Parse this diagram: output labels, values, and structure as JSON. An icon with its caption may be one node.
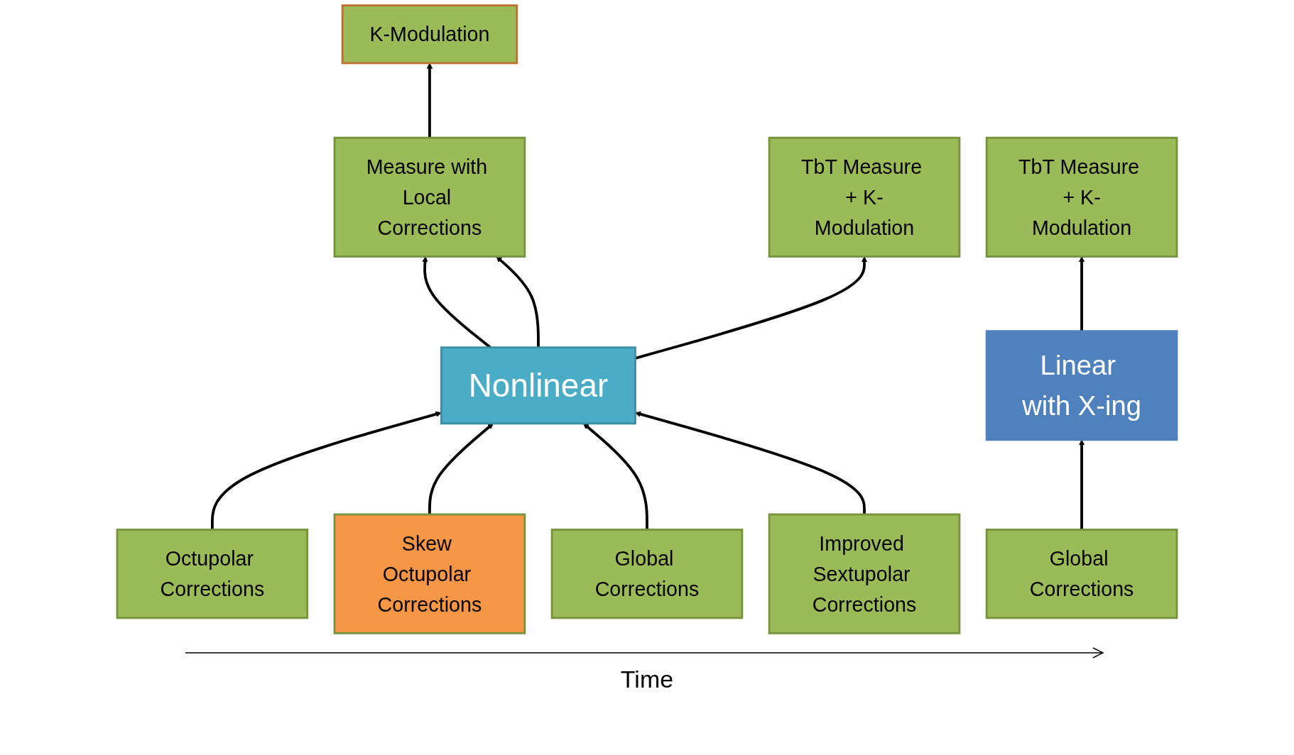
{
  "diagram": {
    "nodes": [
      {
        "text": [
          "K-Modulation"
        ]
      },
      {
        "text": [
          "Measure with Local Corrections"
        ]
      },
      {
        "text": [
          "TbT Measure + K-Modulation"
        ]
      },
      {
        "text": [
          "TbT Measure + K-Modulation"
        ]
      },
      {
        "text": [
          "Nonlinear"
        ]
      },
      {
        "text": [
          "Linear with X-ing"
        ]
      },
      {
        "text": [
          "Octupolar Corrections"
        ]
      },
      {
        "text": [
          "Skew Octupolar Corrections"
        ]
      },
      {
        "text": [
          "Global Corrections"
        ]
      },
      {
        "text": [
          "Improved Sextupolar Corrections"
        ]
      },
      {
        "text": [
          "Global Corrections"
        ]
      }
    ],
    "edges": [
      {
        "from": 1,
        "to": 0,
        "arrow": "to"
      },
      {
        "from": 4,
        "to": 1,
        "arrow": "to"
      },
      {
        "from": 4,
        "to": 1,
        "arrow": "to"
      },
      {
        "from": 4,
        "to": 2,
        "arrow": "to"
      },
      {
        "from": 5,
        "to": 3,
        "arrow": "to"
      },
      {
        "from": 6,
        "to": 4,
        "arrow": "to"
      },
      {
        "from": 7,
        "to": 4,
        "arrow": "to"
      },
      {
        "from": 8,
        "to": 4,
        "arrow": "to"
      },
      {
        "from": 9,
        "to": 4,
        "arrow": "to"
      },
      {
        "from": 10,
        "to": 5,
        "arrow": "to"
      }
    ],
    "labels": [
      "Time"
    ]
  }
}
